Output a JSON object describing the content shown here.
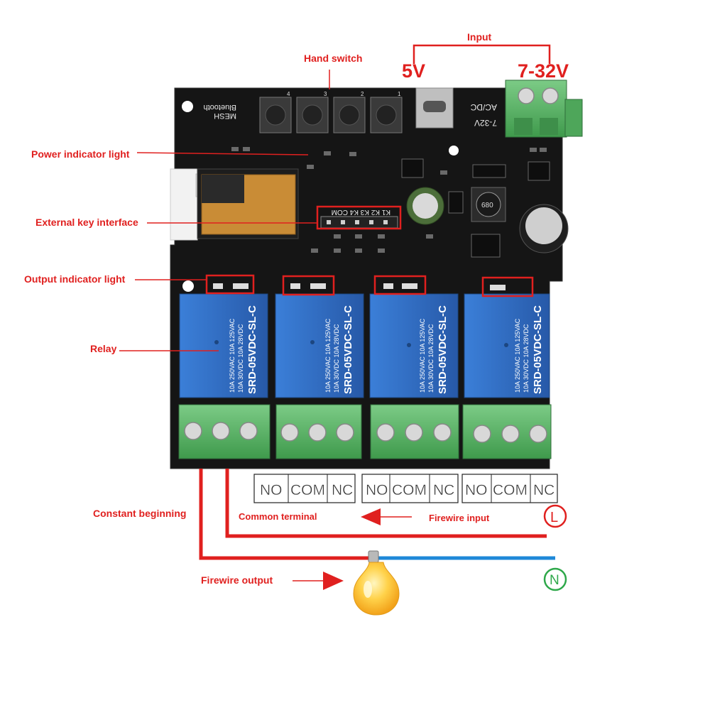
{
  "labels": {
    "input": "Input",
    "hand_switch": "Hand switch",
    "power_indicator": "Power indicator light",
    "external_key": "External key interface",
    "output_indicator": "Output indicator light",
    "relay": "Relay",
    "constant_beginning": "Constant beginning",
    "common_terminal": "Common terminal",
    "firewire_input": "Firewire input",
    "firewire_output": "Firewire output"
  },
  "voltages": {
    "usb": "5V",
    "terminal": "7-32V"
  },
  "board": {
    "ble_line1": "Bluetooth",
    "ble_line2": "MESH",
    "acdc_line1": "AC/DC",
    "acdc_line2": "7-32V",
    "key_header": "K1 K2 K3 K4 COM",
    "button_numbers": [
      "4",
      "3",
      "2",
      "1"
    ],
    "inductor_code": "680"
  },
  "relays": [
    {
      "model": "SRD-05VDC-SL-C",
      "ac": "10A 250VAC  10A 125VAC",
      "dc": "10A 30VDC  10A 28VDC"
    },
    {
      "model": "SRD-05VDC-SL-C",
      "ac": "10A 250VAC  10A 125VAC",
      "dc": "10A 30VDC  10A 28VDC"
    },
    {
      "model": "SRD-05VDC-SL-C",
      "ac": "10A 250VAC  10A 125VAC",
      "dc": "10A 30VDC  10A 28VDC"
    },
    {
      "model": "SRD-05VDC-SL-C",
      "ac": "10A 250VAC  10A 125VAC",
      "dc": "10A 30VDC  10A 28VDC"
    }
  ],
  "terminal_groups": [
    [
      "NO",
      "COM",
      "NC"
    ],
    [
      "NO",
      "COM",
      "NC"
    ],
    [
      "NO",
      "COM",
      "NC"
    ]
  ],
  "line_symbols": {
    "live": "L",
    "neutral": "N"
  },
  "colors": {
    "annotation": "#e0201f",
    "pcb": "#141414",
    "relay": "#2f6fc7",
    "terminal": "#5fb26a",
    "neutral_wire": "#1e88d8",
    "neutral_symbol": "#2ea84a",
    "bulb": "#f6b21c"
  },
  "icons": [
    "light-bulb-icon",
    "live-symbol-icon",
    "neutral-symbol-icon",
    "arrow-left-icon",
    "arrow-right-icon"
  ]
}
